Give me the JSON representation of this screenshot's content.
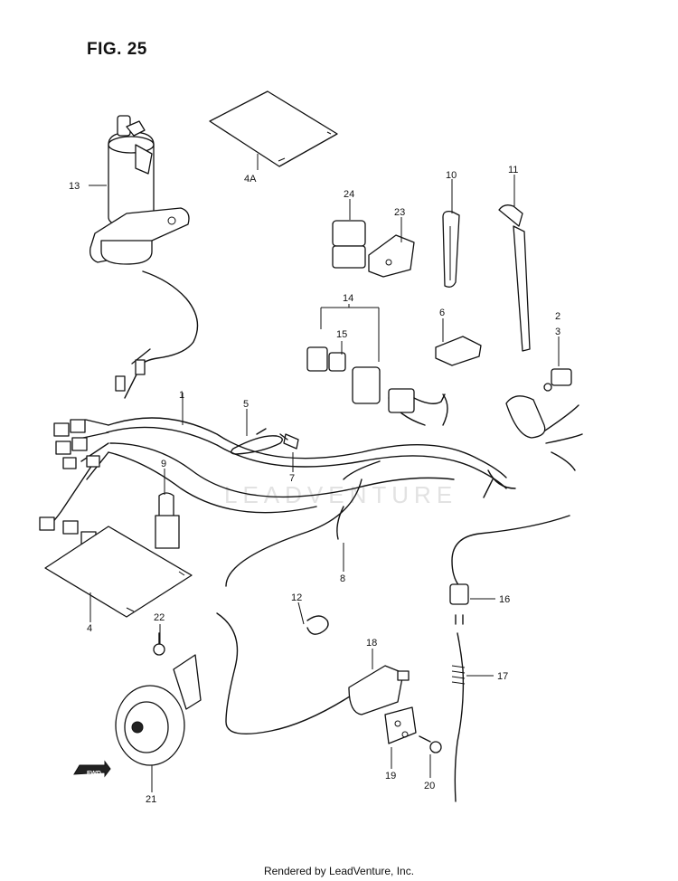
{
  "figure_title": "FIG. 25",
  "watermark": "LEADVENTURE",
  "footer": "Rendered by LeadVenture, Inc.",
  "fwd_label": "FWD",
  "callouts": {
    "c1": "1",
    "c2": "2",
    "c3": "3",
    "c4": "4",
    "c4a": "4A",
    "c5": "5",
    "c6": "6",
    "c7": "7",
    "c8": "8",
    "c9": "9",
    "c10": "10",
    "c11": "11",
    "c12": "12",
    "c13": "13",
    "c14": "14",
    "c15": "15",
    "c16": "16",
    "c17": "17",
    "c18": "18",
    "c19": "19",
    "c20": "20",
    "c21": "21",
    "c22": "22",
    "c23": "23",
    "c24": "24"
  }
}
